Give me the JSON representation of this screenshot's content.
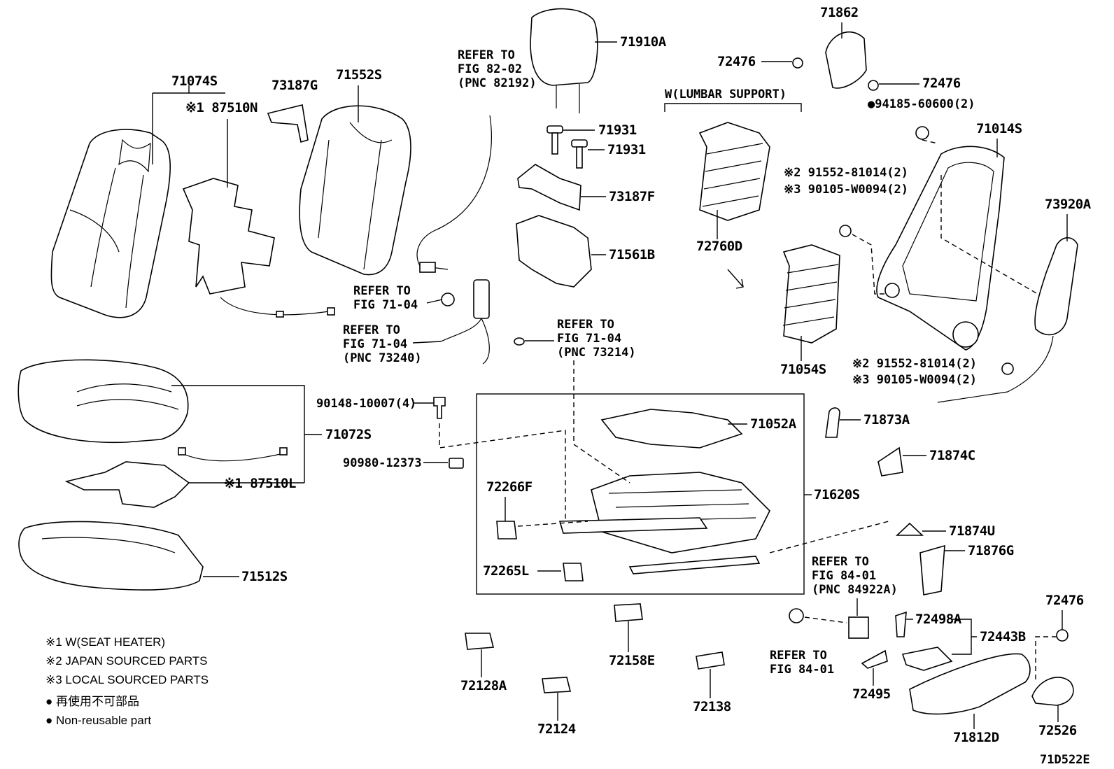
{
  "labels": {
    "p71074S": "71074S",
    "p87510N": "※1 87510N",
    "p73187G": "73187G",
    "p71552S": "71552S",
    "p71910A": "71910A",
    "p71931a": "71931",
    "p71931b": "71931",
    "p73187F": "73187F",
    "p71561B": "71561B",
    "p71862": "71862",
    "p72476a": "72476",
    "p72476b": "72476",
    "p94185": "●94185-60600(2)",
    "p71014S": "71014S",
    "p73920A": "73920A",
    "lumbar": "W(LUMBAR SUPPORT)",
    "p72760D": "72760D",
    "p71054S": "71054S",
    "p91552a": "※2 91552-81014(2)",
    "p90105a": "※3 90105-W0094(2)",
    "p91552b": "※2 91552-81014(2)",
    "p90105b": "※3 90105-W0094(2)",
    "p90148": "90148-10007(4)",
    "p90980": "90980-12373",
    "p71072S": "71072S",
    "p87510L": "※1 87510L",
    "p71512S": "71512S",
    "p71052A": "71052A",
    "p71620S": "71620S",
    "p72266F": "72266F",
    "p72265L": "72265L",
    "p71873A": "71873A",
    "p71874C": "71874C",
    "p71874U": "71874U",
    "p71876G": "71876G",
    "p72476c": "72476",
    "p72498A": "72498A",
    "p72443B": "72443B",
    "p72495": "72495",
    "p71812D": "71812D",
    "p72526": "72526",
    "p72128A": "72128A",
    "p72124": "72124",
    "p72158E": "72158E",
    "p72138": "72138",
    "code": "71D522E"
  },
  "refs": {
    "r82_1": "REFER TO",
    "r82_2": "FIG 82-02",
    "r82_3": "(PNC 82192)",
    "r71a_1": "REFER TO",
    "r71a_2": "FIG 71-04",
    "r71b_1": "REFER TO",
    "r71b_2": "FIG 71-04",
    "r71b_3": "(PNC 73240)",
    "r71c_1": "REFER TO",
    "r71c_2": "FIG 71-04",
    "r71c_3": "(PNC 73214)",
    "r84a_1": "REFER TO",
    "r84a_2": "FIG 84-01",
    "r84a_3": "(PNC 84922A)",
    "r84b_1": "REFER TO",
    "r84b_2": "FIG 84-01"
  },
  "legend": {
    "n1": "※1 W(SEAT HEATER)",
    "n2": "※2 JAPAN SOURCED PARTS",
    "n3": "※3 LOCAL SOURCED PARTS",
    "n4": "● 再使用不可部品",
    "n5": "● Non-reusable part"
  }
}
